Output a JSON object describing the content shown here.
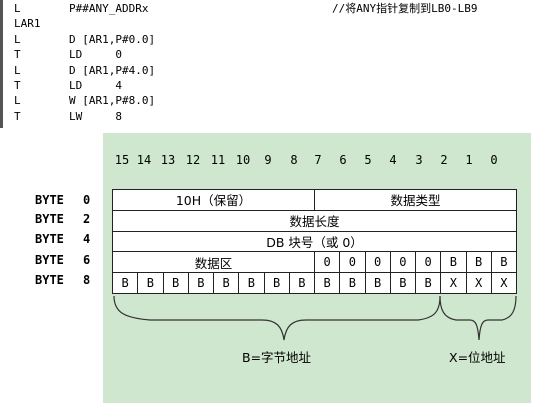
{
  "code": {
    "lines": [
      {
        "op": "L",
        "arg": "P##ANY_ADDRx",
        "comment": "//将ANY指针复制到LB0-LB9"
      },
      {
        "op": "LAR1",
        "arg": "",
        "comment": ""
      },
      {
        "op": "L",
        "arg": "D [AR1,P#0.0]",
        "comment": ""
      },
      {
        "op": "T",
        "arg": "LD     0",
        "comment": ""
      },
      {
        "op": "L",
        "arg": "D [AR1,P#4.0]",
        "comment": ""
      },
      {
        "op": "T",
        "arg": "LD     4",
        "comment": ""
      },
      {
        "op": "L",
        "arg": "W [AR1,P#8.0]",
        "comment": ""
      },
      {
        "op": "T",
        "arg": "LW     8",
        "comment": ""
      }
    ]
  },
  "bit_numbers": [
    "15",
    "14",
    "13",
    "12",
    "11",
    "10",
    "9",
    "8",
    "7",
    "6",
    "5",
    "4",
    "3",
    "2",
    "1",
    "0"
  ],
  "rows": [
    {
      "label": "BYTE",
      "num": "0"
    },
    {
      "label": "BYTE",
      "num": "2"
    },
    {
      "label": "BYTE",
      "num": "4"
    },
    {
      "label": "BYTE",
      "num": "6"
    },
    {
      "label": "BYTE",
      "num": "8"
    }
  ],
  "fields": {
    "reserved": "10H（保留）",
    "data_type": "数据类型",
    "data_length": "数据长度",
    "db_number": "DB 块号（或 0）",
    "data_area": "数据区",
    "byte6_bits": [
      "0",
      "0",
      "0",
      "0",
      "0",
      "B",
      "B",
      "B"
    ],
    "byte8_bits": [
      "B",
      "B",
      "B",
      "B",
      "B",
      "B",
      "B",
      "B",
      "B",
      "B",
      "B",
      "B",
      "B",
      "X",
      "X",
      "X"
    ]
  },
  "annotations": {
    "byte_address": "B=字节地址",
    "bit_address": "X=位地址"
  }
}
